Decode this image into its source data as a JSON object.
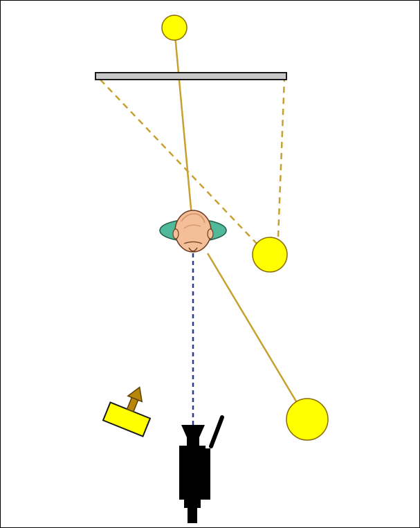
{
  "diagram": {
    "kind": "lighting-setup-top-view",
    "colors": {
      "background": "#ffffff",
      "frame": "#000000",
      "light_fill": "#ffff00",
      "light_stroke": "#8a6a00",
      "beam": "#c8a030",
      "camera_line": "#2e3a8c",
      "reflector_fill": "#c8c8c8",
      "reflector_stroke": "#1a1a1a",
      "head_skin": "#f4bf98",
      "head_shadow": "#d89a6e",
      "hair": "#4fb99a",
      "softbox_fill": "#ffff00",
      "softbox_arrow": "#b8860b",
      "camera": "#000000"
    },
    "elements": [
      "light-top",
      "light-right-mid",
      "light-right-bottom",
      "reflector",
      "subject-head",
      "softbox",
      "camera"
    ]
  }
}
